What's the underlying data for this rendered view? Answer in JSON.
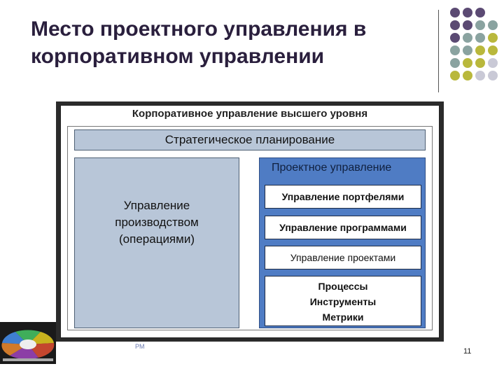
{
  "slide": {
    "title_line1": "Место проектного управления в",
    "title_line2": "корпоративном управлении",
    "page_number": "11",
    "footnote": "PM"
  },
  "diagram": {
    "top_heading": "Корпоративное управление высшего уровня",
    "strategic": "Стратегическое планирование",
    "production_line1": "Управление",
    "production_line2": "производством",
    "production_line3": "(операциями)",
    "project_label": "Проектное управление",
    "portfolio": "Управление портфелями",
    "programs": "Управление программами",
    "projects": "Управление проектами",
    "processes": "Процессы",
    "tools": "Инструменты",
    "metrics": "Метрики"
  },
  "colors": {
    "dot_purple": "#5b4a73",
    "dot_teal": "#8aa3a0",
    "dot_olive": "#b9b83c",
    "dot_gray": "#c9c9d6",
    "box_light": "#b8c6d8",
    "box_blue": "#4f7cc4"
  }
}
